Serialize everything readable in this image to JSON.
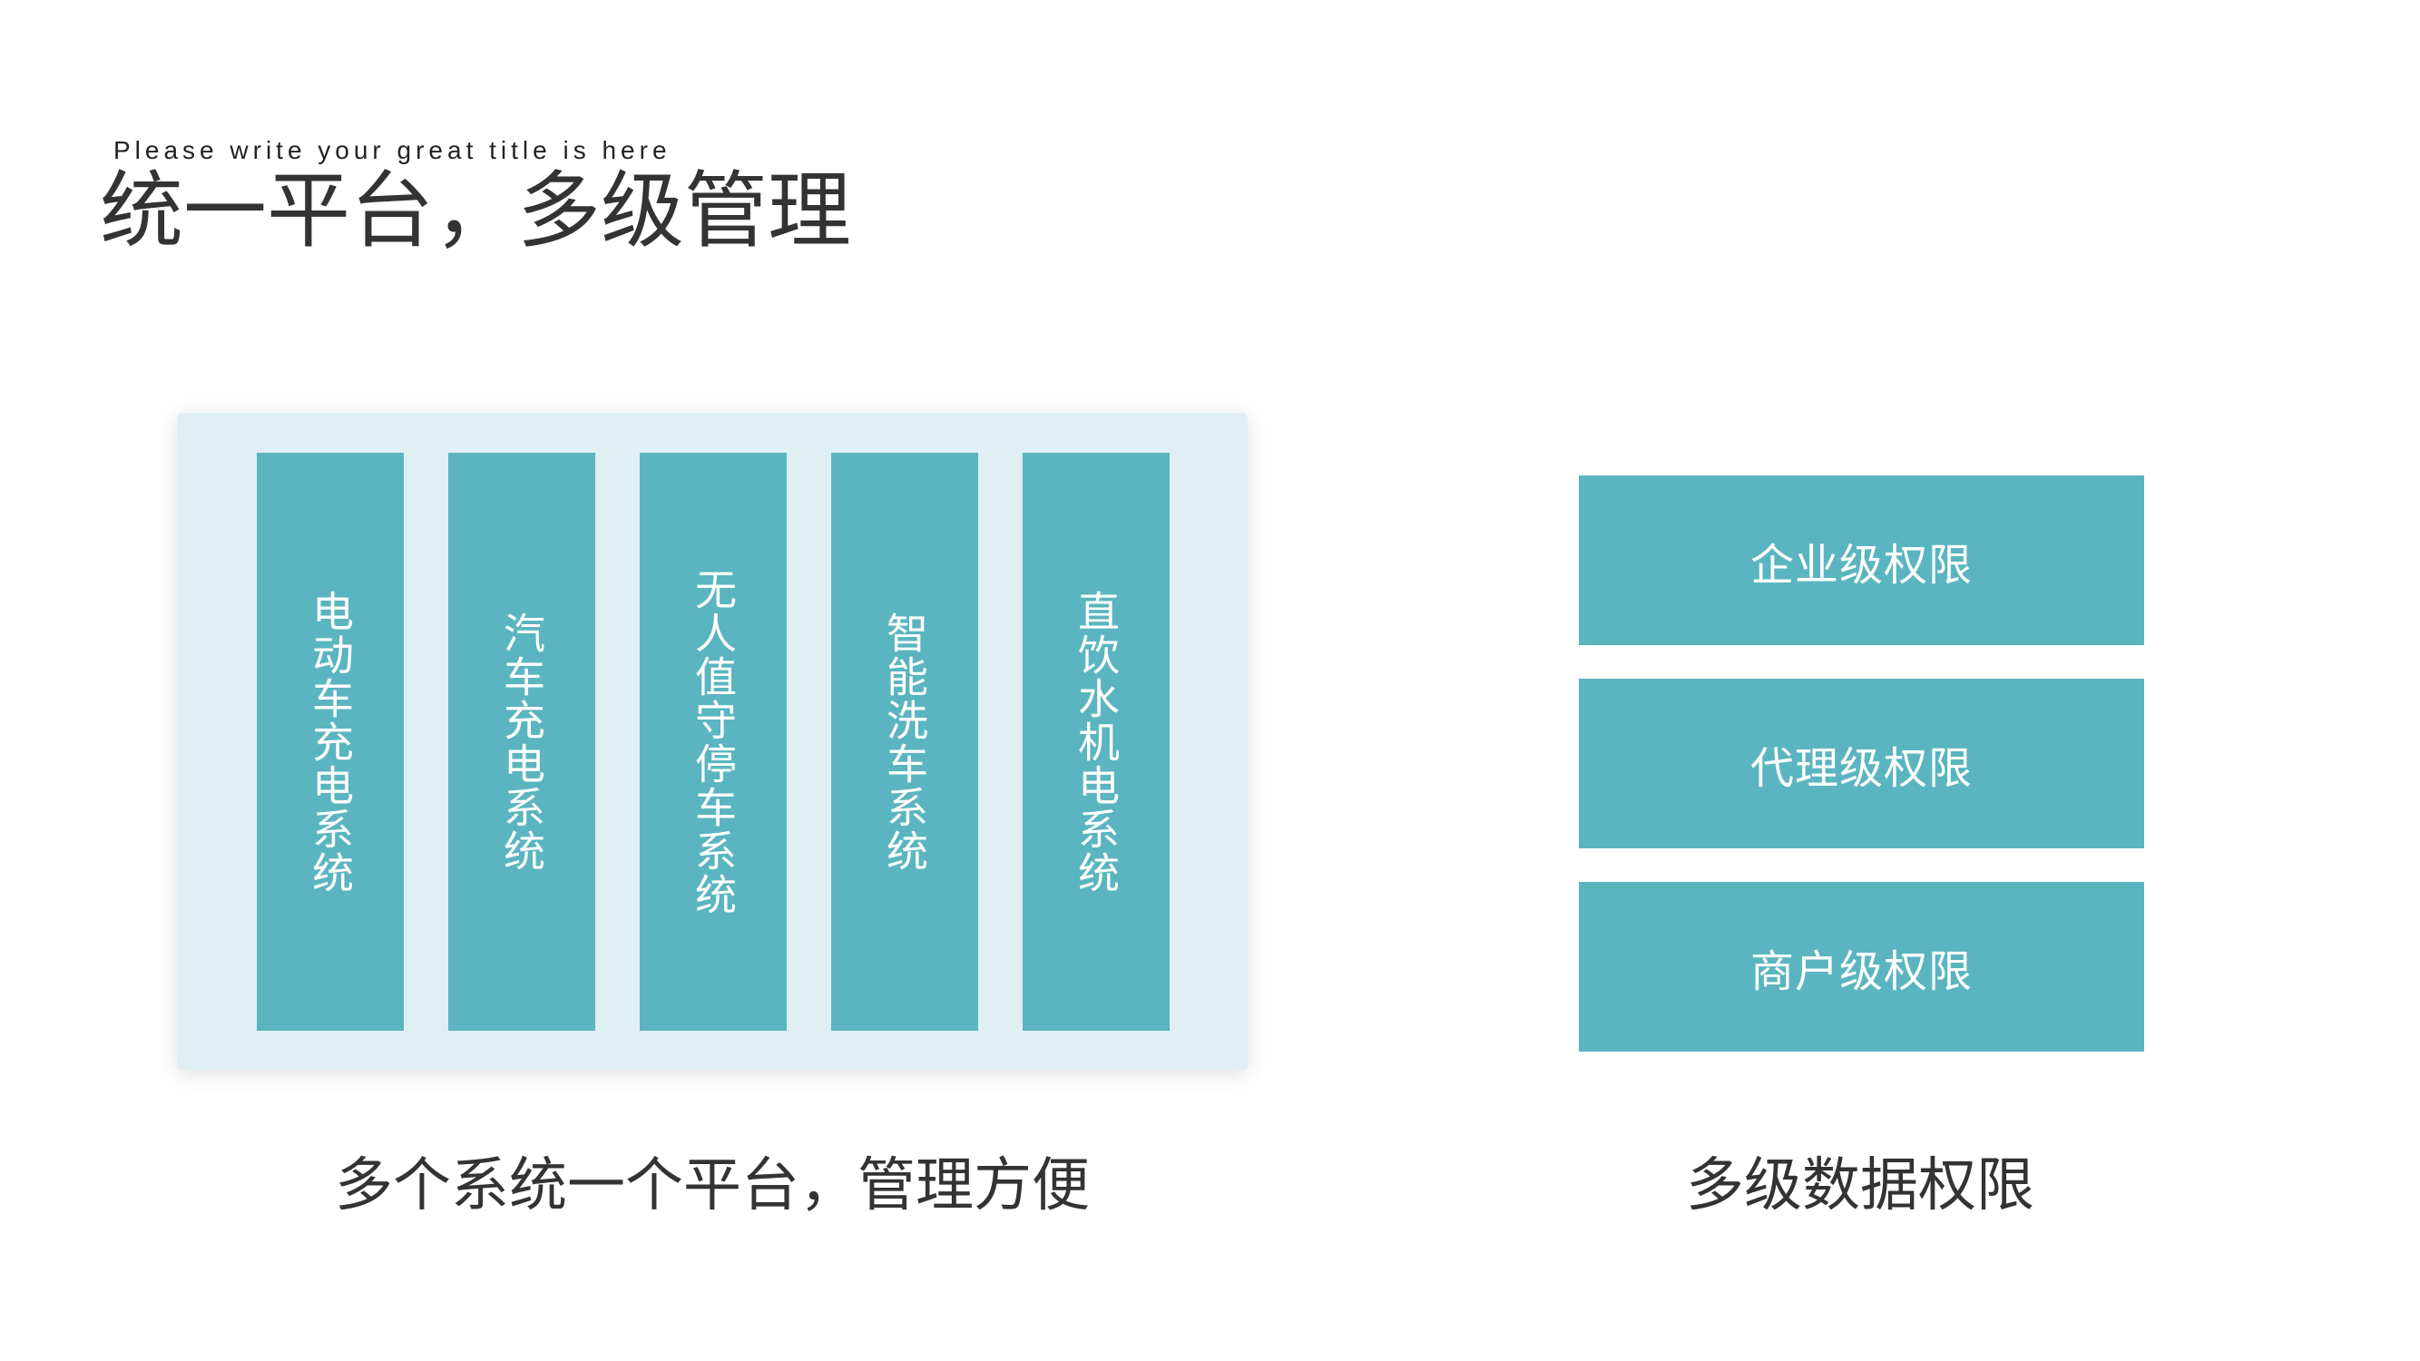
{
  "header": {
    "subtitle": "Please write your great title is here",
    "title": "统一平台，多级管理"
  },
  "systems": {
    "items": [
      {
        "label": "电动车充电系统"
      },
      {
        "label": "汽车充电系统"
      },
      {
        "label": "无人值守停车系统"
      },
      {
        "label": "智能洗车系统"
      },
      {
        "label": "直饮水机电系统"
      }
    ],
    "caption": "多个系统一个平台，管理方便"
  },
  "permissions": {
    "items": [
      {
        "label": "企业级权限"
      },
      {
        "label": "代理级权限"
      },
      {
        "label": "商户级权限"
      }
    ],
    "caption": "多级数据权限"
  },
  "colors": {
    "accent": "#5ab5c0",
    "panel_background": "#e0eff3",
    "text": "#333333"
  }
}
